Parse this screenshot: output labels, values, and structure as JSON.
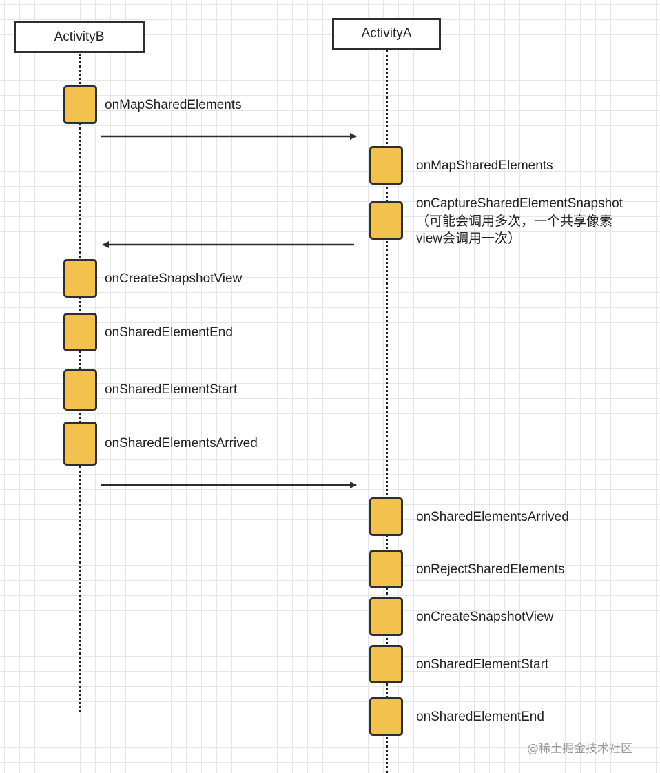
{
  "actors": {
    "b": "ActivityB",
    "a": "ActivityA"
  },
  "steps": [
    "onMapSharedElements",
    "onMapSharedElements",
    "onCaptureSharedElementSnapshot",
    "（可能会调用多次，一个共享像素",
    "view会调用一次）",
    "onCreateSnapshotView",
    "onSharedElementEnd",
    "onSharedElementStart",
    "onSharedElementsArrived",
    "onSharedElementsArrived",
    "onRejectSharedElements",
    "onCreateSnapshotView",
    "onSharedElementStart",
    "onSharedElementEnd"
  ],
  "colors": {
    "activation": "#f2c14e",
    "line": "#2e2e2e"
  },
  "watermark": "@稀土掘金技术社区"
}
